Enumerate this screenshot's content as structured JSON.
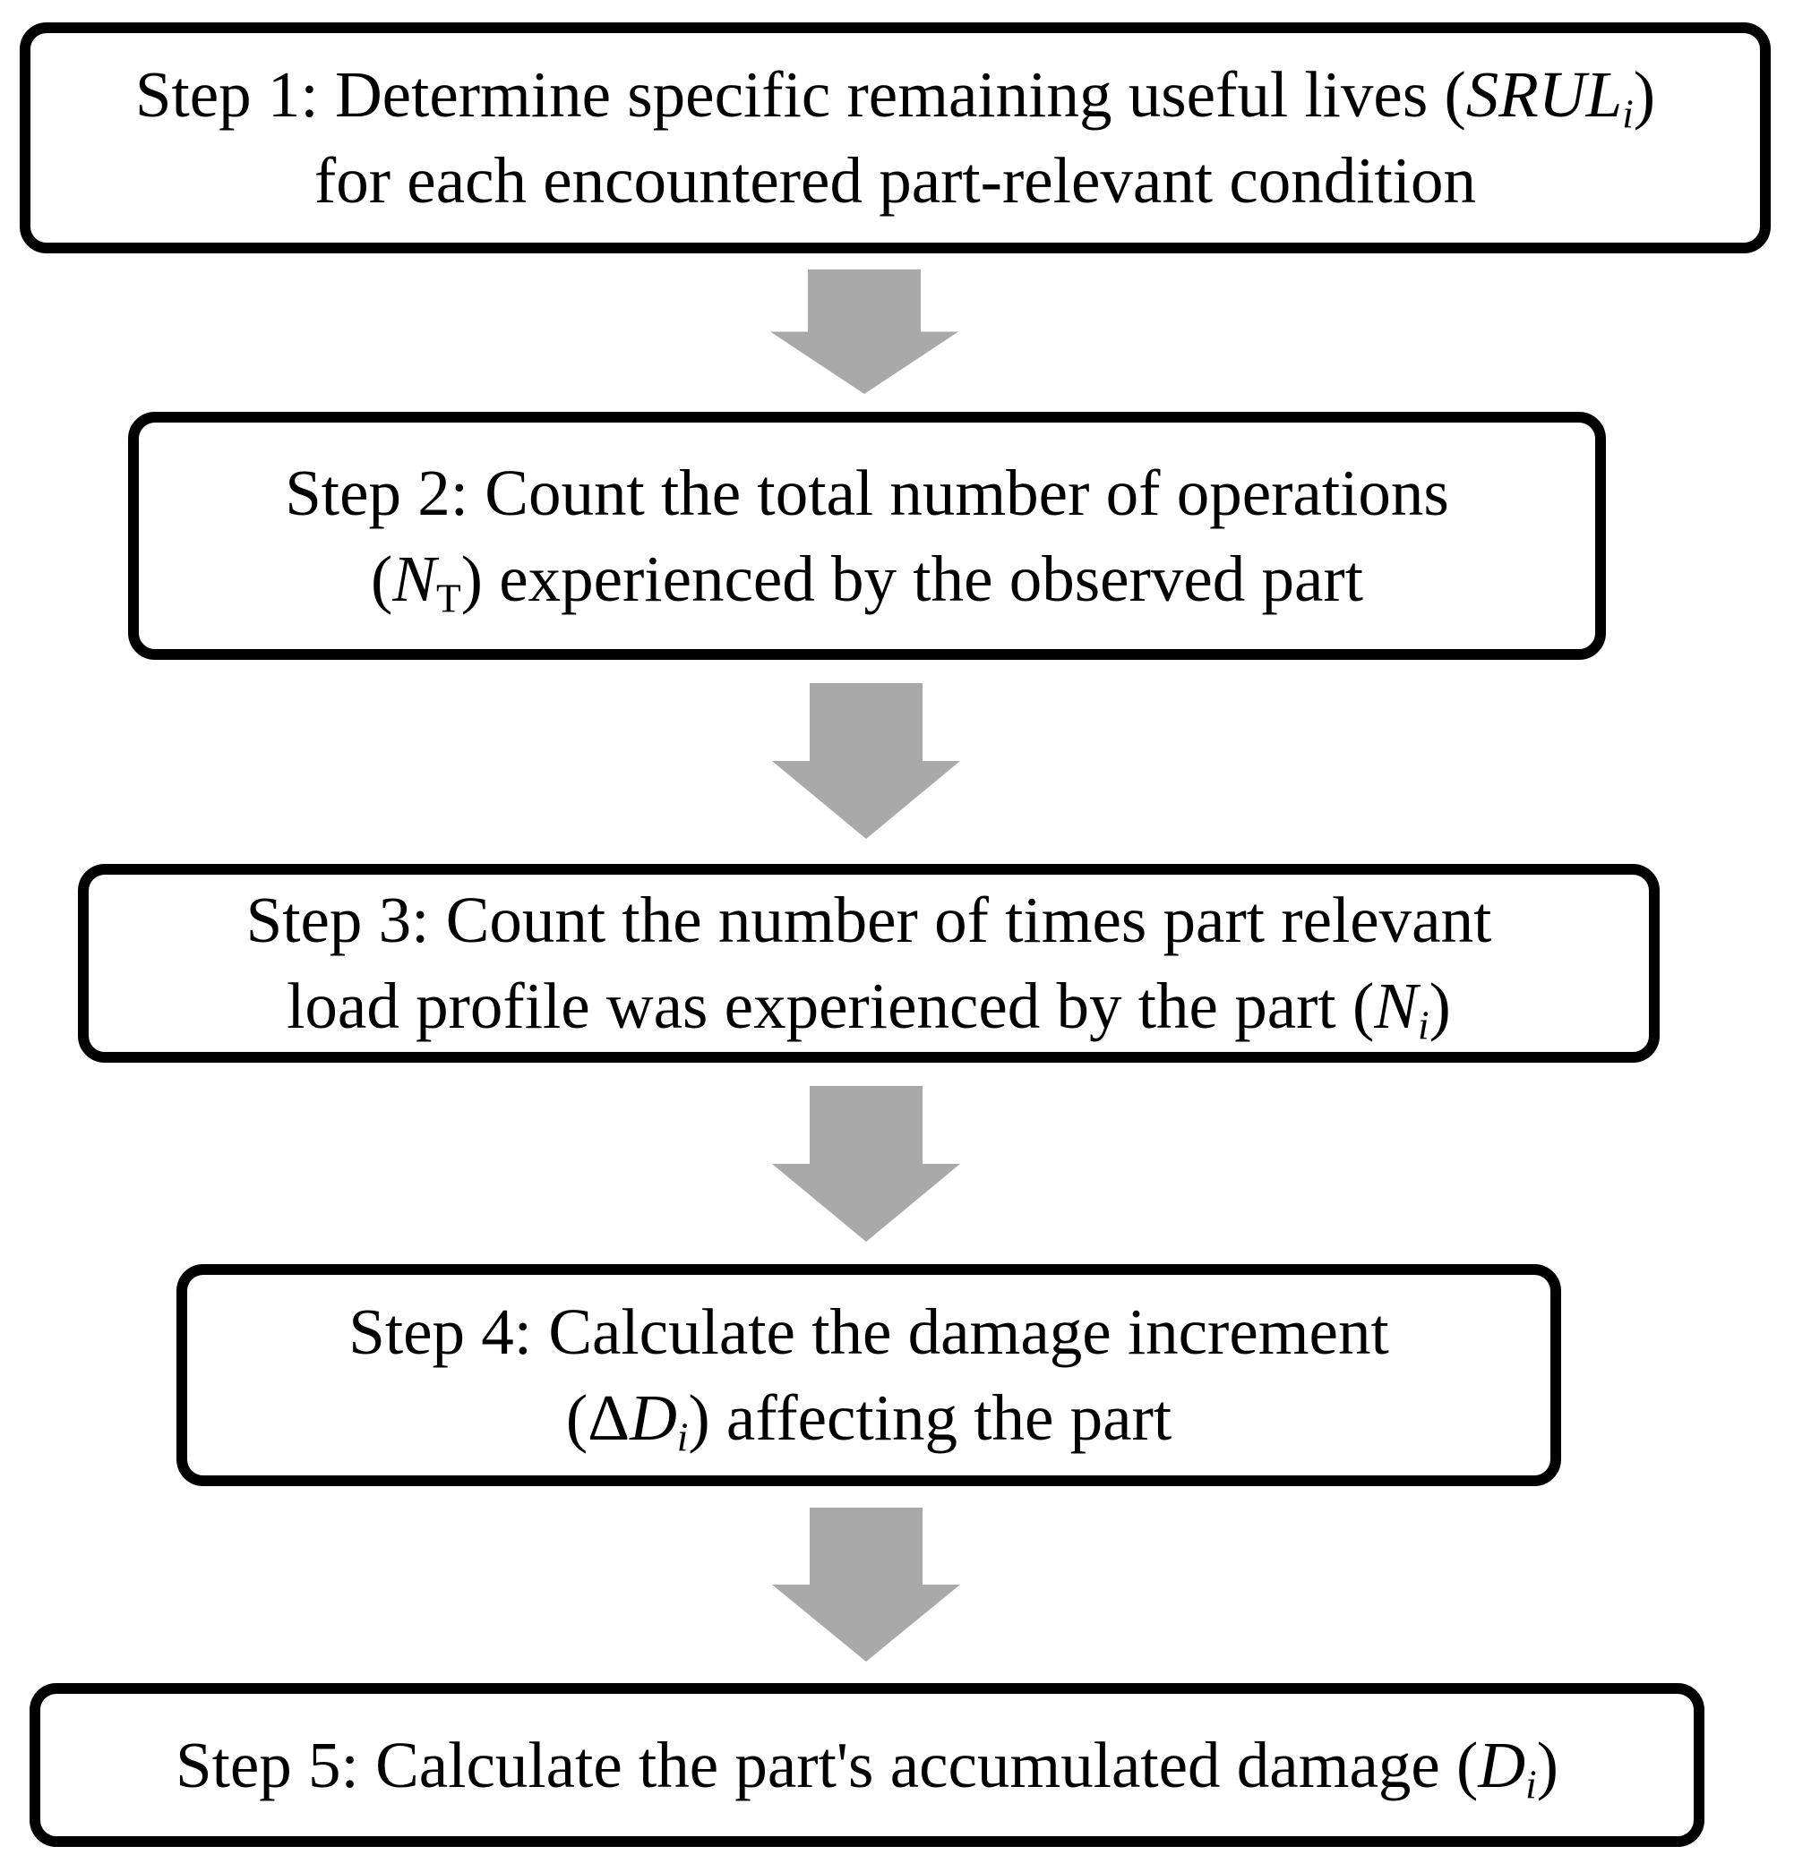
{
  "diagram": {
    "type": "flowchart",
    "colors": {
      "background": "#ffffff",
      "box_fill": "#ffffff",
      "box_border": "#000000",
      "text": "#000000",
      "arrow": "#a9a9a9"
    },
    "arrows": {
      "count": 4,
      "direction": "down",
      "color": "#a9a9a9"
    },
    "steps": [
      {
        "id": "step-1",
        "lines": [
          {
            "segments": [
              {
                "t": "Step 1: Determine specific remaining useful lives ("
              },
              {
                "t": "SRUL",
                "style": "italic"
              },
              {
                "t": "i",
                "style": "sub-italic"
              },
              {
                "t": ")"
              }
            ]
          },
          {
            "segments": [
              {
                "t": "for each encountered part-relevant condition"
              }
            ]
          }
        ]
      },
      {
        "id": "step-2",
        "lines": [
          {
            "segments": [
              {
                "t": "Step 2: Count the total number of operations"
              }
            ]
          },
          {
            "segments": [
              {
                "t": "("
              },
              {
                "t": "N",
                "style": "italic"
              },
              {
                "t": "T",
                "style": "sub"
              },
              {
                "t": ") experienced by the observed part"
              }
            ]
          }
        ]
      },
      {
        "id": "step-3",
        "lines": [
          {
            "segments": [
              {
                "t": "Step 3: Count the number of times part relevant"
              }
            ]
          },
          {
            "segments": [
              {
                "t": "load profile was experienced by the part ("
              },
              {
                "t": "N",
                "style": "italic"
              },
              {
                "t": "i",
                "style": "sub-italic"
              },
              {
                "t": ")"
              }
            ]
          }
        ]
      },
      {
        "id": "step-4",
        "lines": [
          {
            "segments": [
              {
                "t": "Step 4: Calculate the damage increment"
              }
            ]
          },
          {
            "segments": [
              {
                "t": "(Δ"
              },
              {
                "t": "D",
                "style": "italic"
              },
              {
                "t": "i",
                "style": "sub-italic"
              },
              {
                "t": ") affecting the part"
              }
            ]
          }
        ]
      },
      {
        "id": "step-5",
        "lines": [
          {
            "segments": [
              {
                "t": "Step 5: Calculate the part's accumulated damage ("
              },
              {
                "t": "D",
                "style": "italic"
              },
              {
                "t": "i",
                "style": "sub-italic"
              },
              {
                "t": ")"
              }
            ]
          }
        ]
      }
    ]
  }
}
